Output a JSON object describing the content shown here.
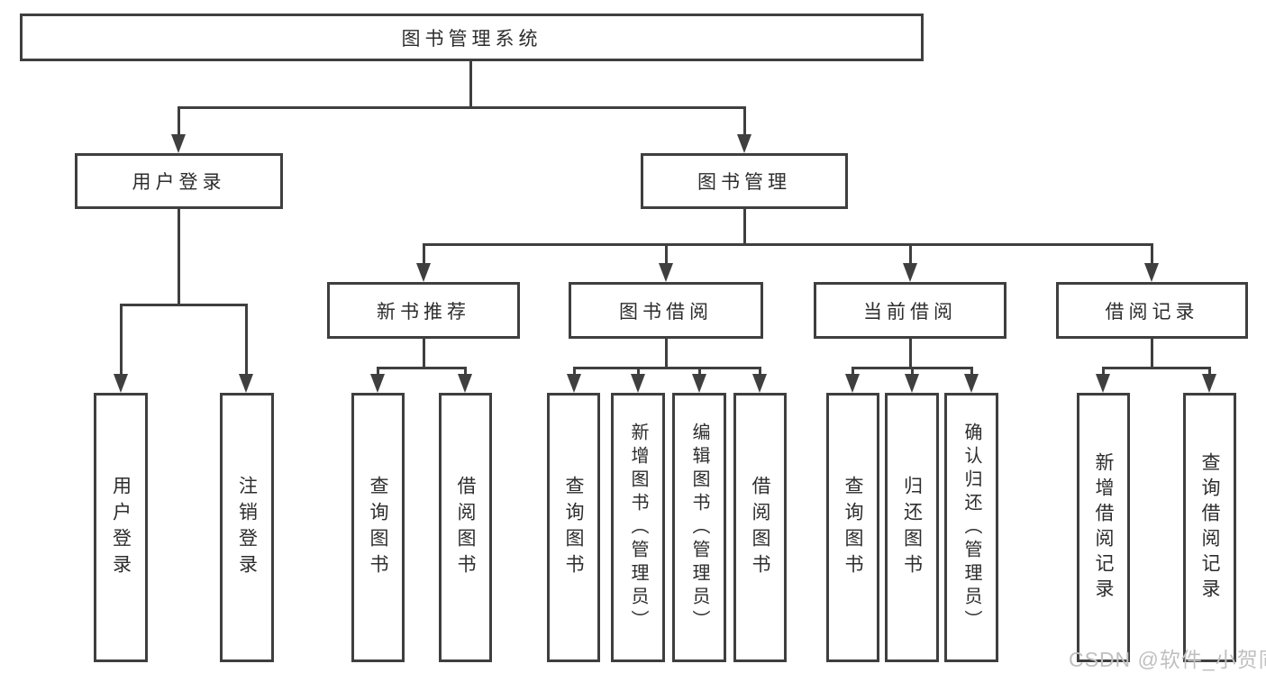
{
  "diagram_title": "图书管理系统",
  "colors": {
    "line": "#3f3f3f",
    "box_border": "#3f3f3f",
    "text": "#2d2d2d",
    "watermark": "#c0c0c0",
    "background": "#ffffff"
  },
  "watermark": {
    "text": "CSDN @软件_小贺同学"
  },
  "nodes": {
    "root": {
      "label": "图书管理系统"
    },
    "level2": {
      "user_login": {
        "label": "用户登录"
      },
      "book_mgmt": {
        "label": "图书管理"
      }
    },
    "level3": {
      "new_book_rec": {
        "label": "新书推荐"
      },
      "book_borrow": {
        "label": "图书借阅"
      },
      "current_borrow": {
        "label": "当前借阅"
      },
      "borrow_record": {
        "label": "借阅记录"
      }
    },
    "leaves": {
      "user_login_leaf": {
        "label": "用户登录"
      },
      "logout_leaf": {
        "label": "注销登录"
      },
      "rec_query_book": {
        "label": "查询图书"
      },
      "rec_borrow_book": {
        "label": "借阅图书"
      },
      "bb_query_book": {
        "label": "查询图书"
      },
      "bb_add_book": {
        "label": "新增图书（管理员）"
      },
      "bb_edit_book": {
        "label": "编辑图书（管理员）"
      },
      "bb_borrow_book": {
        "label": "借阅图书"
      },
      "cb_query_book": {
        "label": "查询图书"
      },
      "cb_return_book": {
        "label": "归还图书"
      },
      "cb_confirm_return": {
        "label": "确认归还（管理员）"
      },
      "br_add_record": {
        "label": "新增借阅记录"
      },
      "br_query_record": {
        "label": "查询借阅记录"
      }
    }
  }
}
